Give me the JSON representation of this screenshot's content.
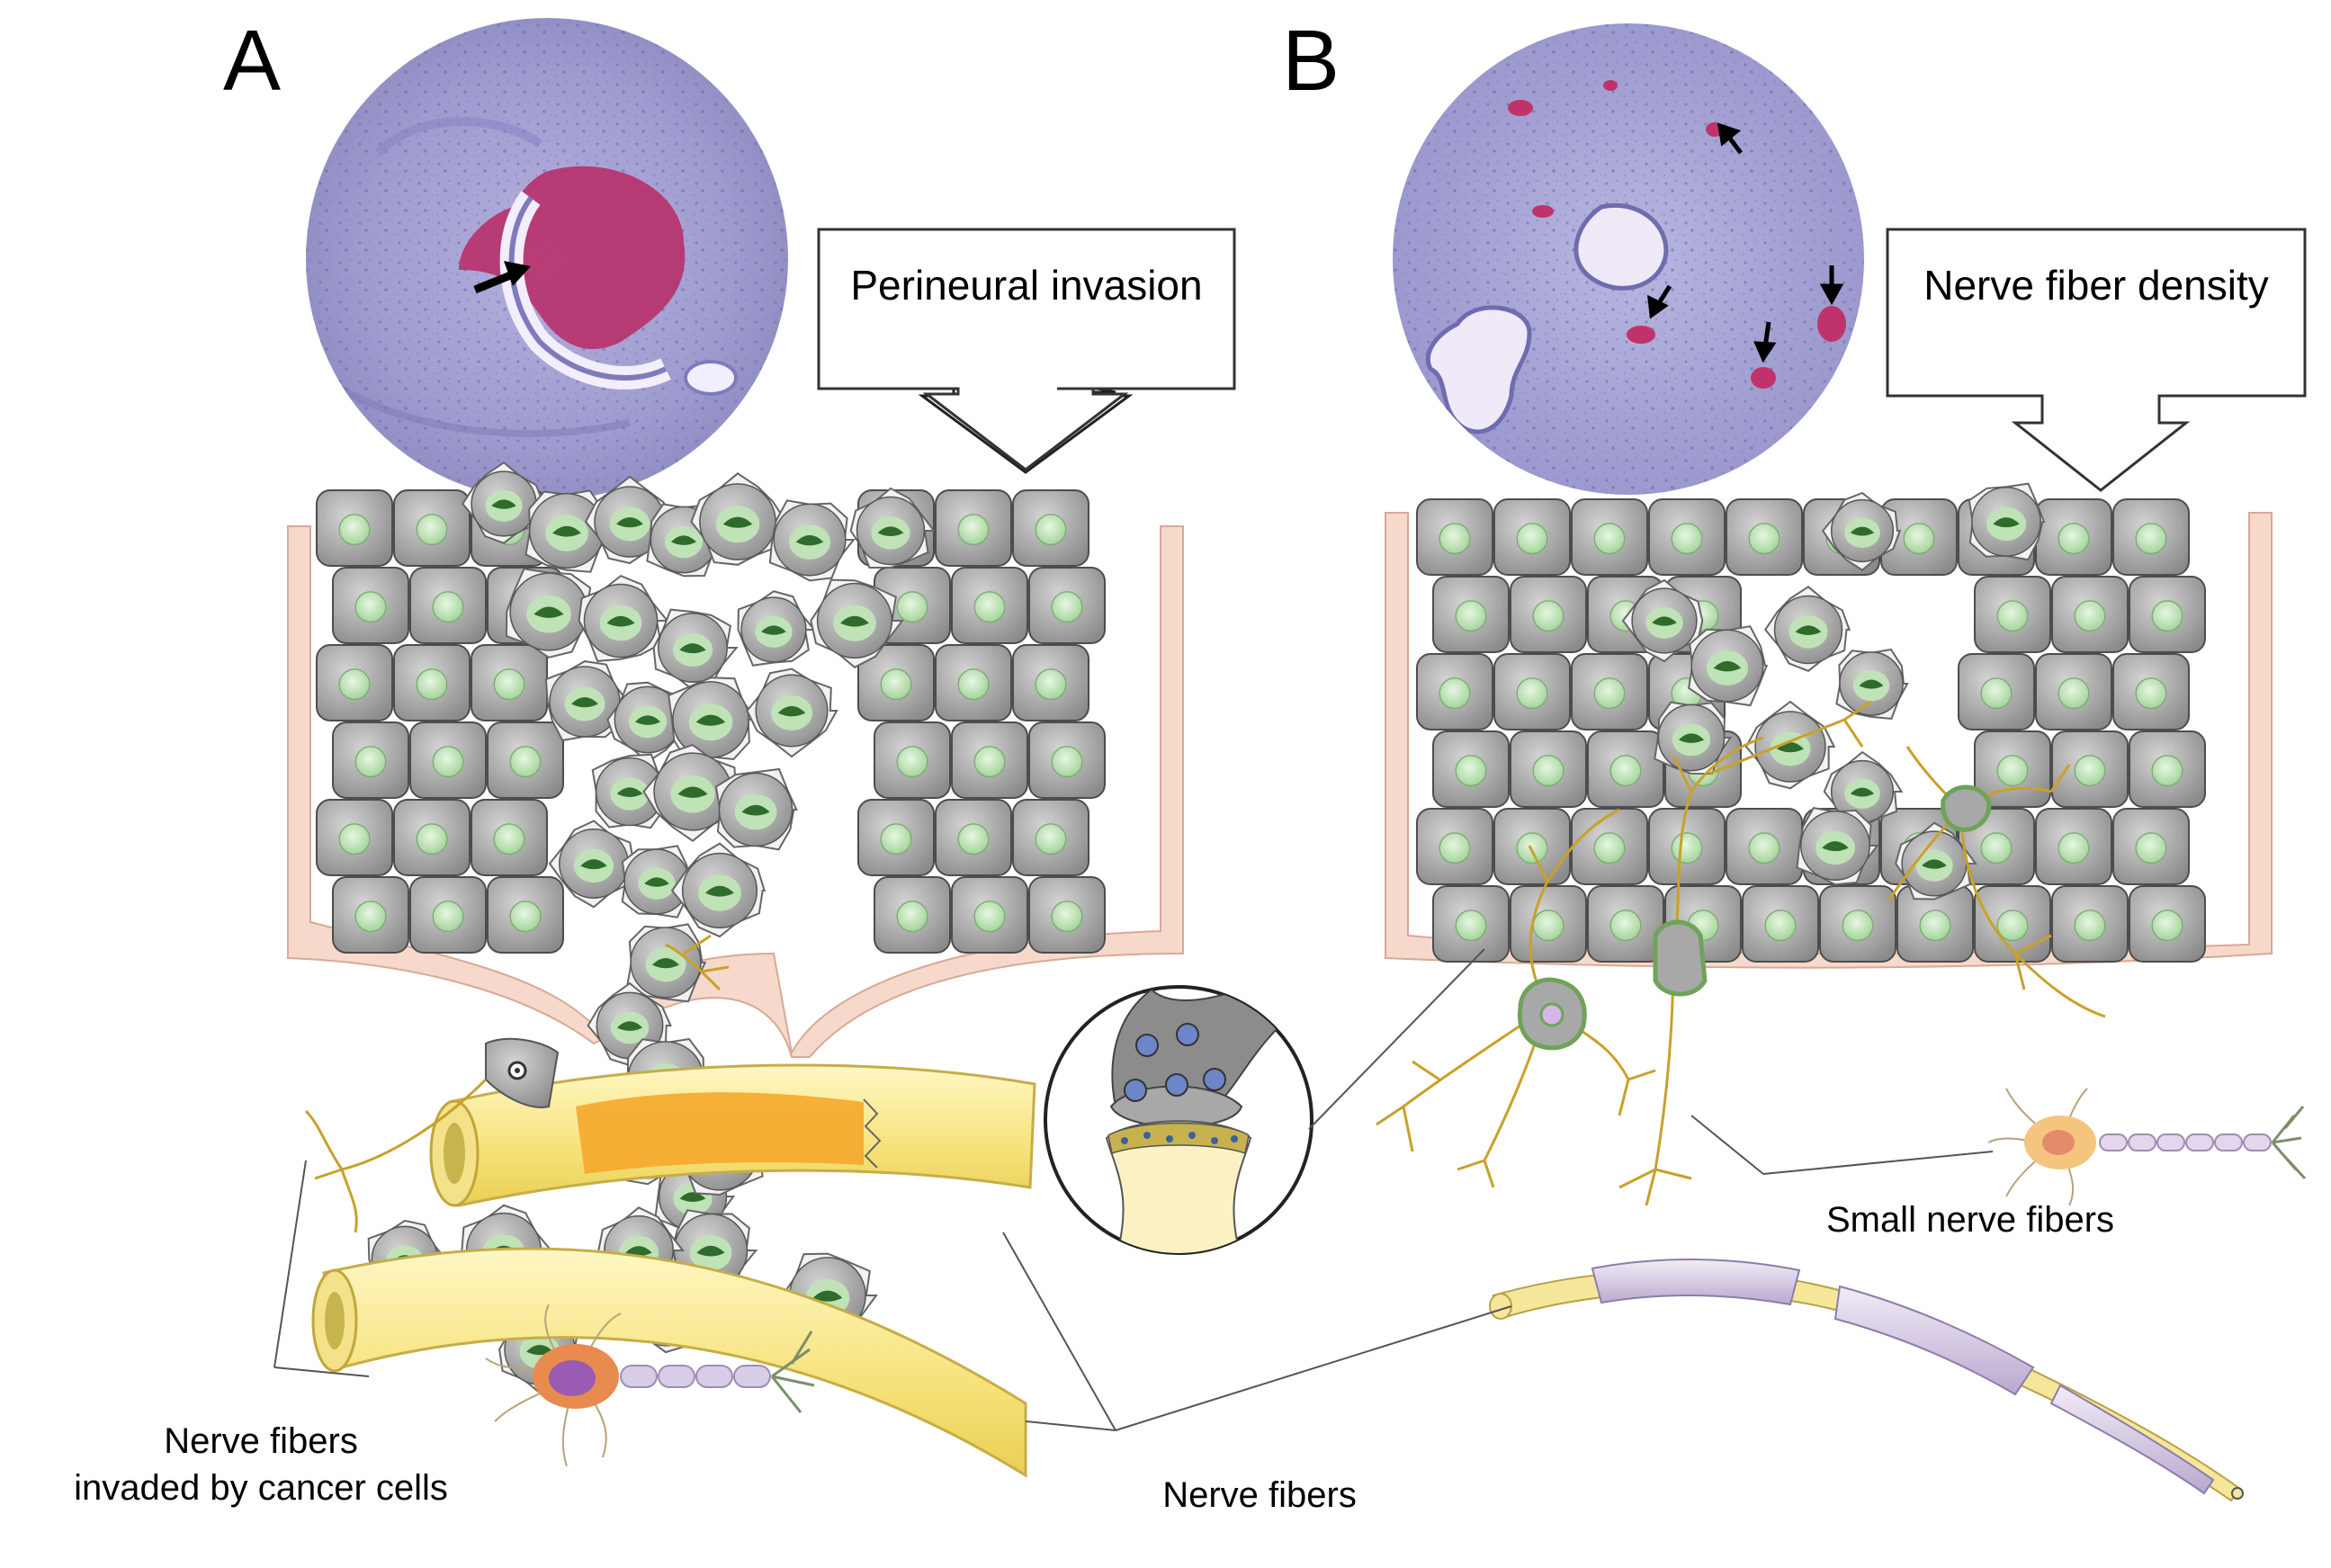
{
  "panels": {
    "a": {
      "letter": "A",
      "callout": "Perineural invasion",
      "label_invaded_line1": "Nerve fibers",
      "label_invaded_line2": "invaded by cancer cells"
    },
    "b": {
      "letter": "B",
      "callout": "Nerve fiber density",
      "label_small": "Small nerve fibers"
    }
  },
  "shared": {
    "label_nerve_fibers": "Nerve fibers"
  },
  "colors": {
    "histology_bg": "#a9a8d6",
    "histology_red": "#b8306a",
    "tissue_frame": "#f6d9cb",
    "cell_fill": "#9a9a9a",
    "cell_nucleus": "#bfe3b7",
    "tumor_nucleus": "#2f6b2b",
    "nerve_yellow": "#fbef9c",
    "neurite": "#c9a12a",
    "myelin": "#d9cce6"
  },
  "icons": [
    "histology-circle",
    "arrow-icon",
    "synapse-icon",
    "neuron-icon",
    "nerve-fiber-icon"
  ]
}
